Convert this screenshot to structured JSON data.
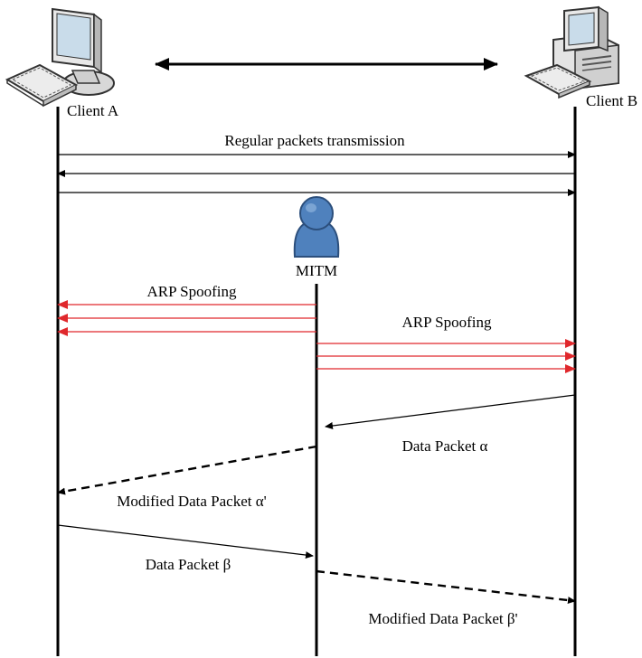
{
  "actors": {
    "client_a": {
      "label": "Client A",
      "icon": "desktop-computer-icon"
    },
    "client_b": {
      "label": "Client B",
      "icon": "desktop-tower-computer-icon"
    },
    "mitm": {
      "label": "MITM",
      "icon": "person-icon"
    }
  },
  "messages": {
    "regular": "Regular packets transmission",
    "arp_to_a": "ARP Spoofing",
    "arp_to_b": "ARP Spoofing",
    "data_alpha": "Data Packet α",
    "modified_alpha": "Modified Data Packet α'",
    "data_beta": "Data Packet β",
    "modified_beta": "Modified Data Packet β'"
  },
  "colors": {
    "line": "#000000",
    "spoof": "#e0282c",
    "person_fill": "#4f81bd",
    "person_stroke": "#2c4f7c"
  }
}
